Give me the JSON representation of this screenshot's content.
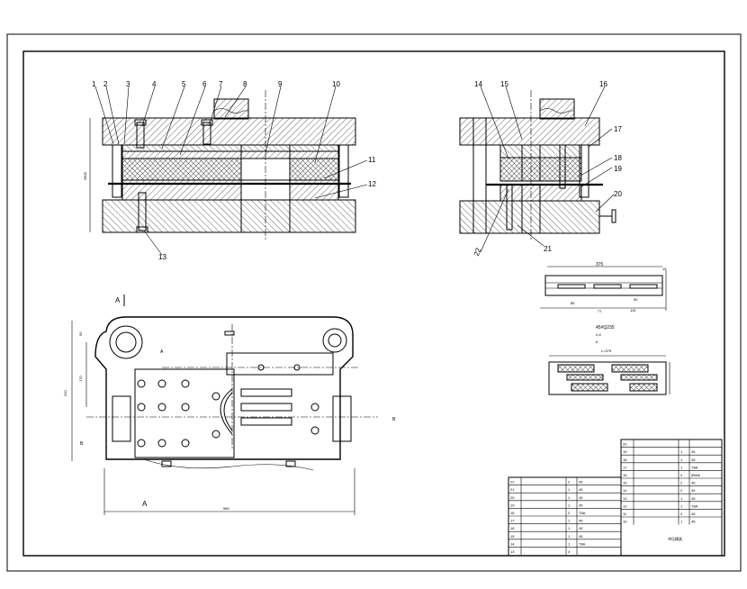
{
  "drawing": {
    "top_labels": [
      "1",
      "2",
      "3",
      "4",
      "5",
      "6",
      "7",
      "8",
      "9",
      "10",
      "11",
      "12",
      "13"
    ],
    "side_labels": [
      "14",
      "15",
      "16",
      "17",
      "18",
      "19",
      "20",
      "21",
      "22"
    ],
    "dims": {
      "d375_top": "375",
      "d15": "15",
      "d85": "85",
      "d77": "77",
      "d115": "115",
      "d50": "50",
      "d375_mid": "L=375",
      "d220": "220",
      "d170": "170",
      "d50_left": "50",
      "d580": "580"
    },
    "sections": {
      "A": "A",
      "B": "B",
      "A_label": "A",
      "A1": "A",
      "A_top": "A"
    },
    "notes": {
      "material": "45#Q235",
      "spec1": "t=4",
      "spec2": "6"
    },
    "title_block": {
      "name": "冲压模具",
      "rows_right": [
        {
          "no": "20",
          "name": "",
          "qty": "",
          "mat": ""
        },
        {
          "no": "19",
          "name": "",
          "qty": "1",
          "mat": "45"
        },
        {
          "no": "18",
          "name": "",
          "qty": "1",
          "mat": "45"
        },
        {
          "no": "17",
          "name": "",
          "qty": "1",
          "mat": "T8A"
        },
        {
          "no": "16",
          "name": "",
          "qty": "2",
          "mat": "65Mn"
        },
        {
          "no": "15",
          "name": "",
          "qty": "2",
          "mat": "45"
        },
        {
          "no": "14",
          "name": "",
          "qty": "2",
          "mat": "45"
        },
        {
          "no": "13",
          "name": "",
          "qty": "1",
          "mat": "45"
        },
        {
          "no": "12",
          "name": "",
          "qty": "1",
          "mat": "T8A"
        },
        {
          "no": "11",
          "name": "",
          "qty": "2",
          "mat": "45"
        },
        {
          "no": "10",
          "name": "",
          "qty": "1",
          "mat": "45"
        }
      ],
      "rows_left": [
        {
          "no": "22",
          "name": "",
          "qty": "2",
          "mat": "45"
        },
        {
          "no": "21",
          "name": "",
          "qty": "1",
          "mat": "45"
        },
        {
          "no": "20",
          "name": "",
          "qty": "1",
          "mat": "45"
        },
        {
          "no": "19",
          "name": "",
          "qty": "1",
          "mat": "45"
        },
        {
          "no": "18",
          "name": "",
          "qty": "2",
          "mat": "T8A"
        },
        {
          "no": "17",
          "name": "",
          "qty": "1",
          "mat": "45"
        },
        {
          "no": "16",
          "name": "",
          "qty": "1",
          "mat": "45"
        },
        {
          "no": "15",
          "name": "",
          "qty": "1",
          "mat": "45"
        },
        {
          "no": "14",
          "name": "",
          "qty": "1",
          "mat": "T8A"
        },
        {
          "no": "13",
          "name": "",
          "qty": "4",
          "mat": ""
        }
      ]
    }
  }
}
